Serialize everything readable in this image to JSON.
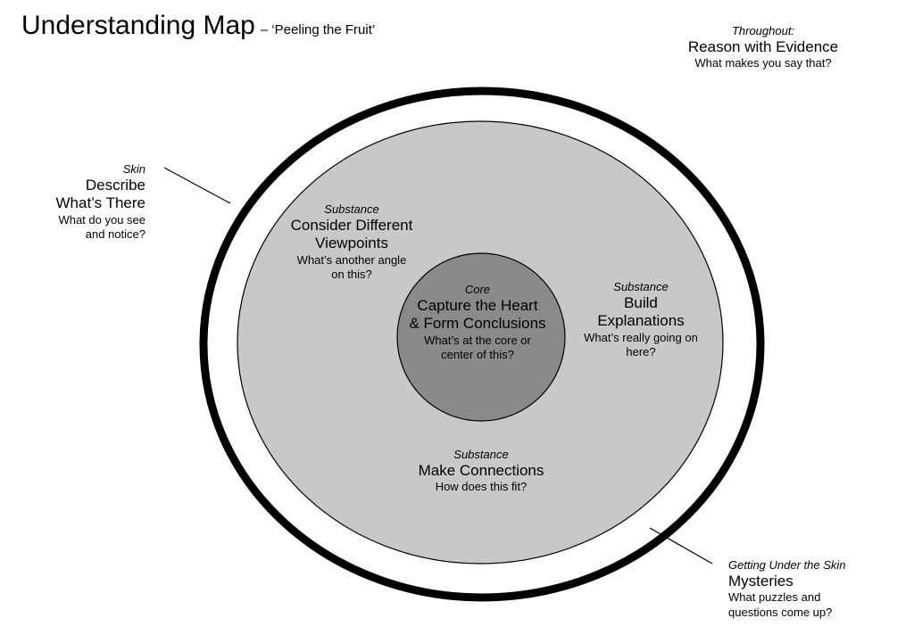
{
  "header": {
    "title": "Understanding Map",
    "subtitle": "– ‘Peeling the Fruit’"
  },
  "throughout": {
    "kicker": "Throughout:",
    "title": "Reason with Evidence",
    "question": "What makes you say that?"
  },
  "skin": {
    "kicker": "Skin",
    "title_lines": [
      "Describe",
      "What’s There"
    ],
    "question_lines": [
      "What do you see",
      "and notice?"
    ]
  },
  "substance_viewpoints": {
    "kicker": "Substance",
    "title_lines": [
      "Consider Different",
      "Viewpoints"
    ],
    "question_lines": [
      "What’s another angle",
      "on this?"
    ]
  },
  "substance_explanations": {
    "kicker": "Substance",
    "title_lines": [
      "Build",
      "Explanations"
    ],
    "question_lines": [
      "What’s really going on",
      "here?"
    ]
  },
  "core": {
    "kicker": "Core",
    "title_lines": [
      "Capture the Heart",
      "& Form Conclusions"
    ],
    "question_lines": [
      "What’s at the core or",
      "center of this?"
    ]
  },
  "substance_connections": {
    "kicker": "Substance",
    "title": "Make Connections",
    "question": "How does this fit?"
  },
  "mysteries": {
    "kicker": "Getting Under the Skin",
    "title": "Mysteries",
    "question_lines": [
      "What puzzles and",
      "questions come up?"
    ]
  },
  "colors": {
    "outer_ring": "#000000",
    "substance_fill": "#c8c8c8",
    "core_fill": "#8a8a8a"
  }
}
